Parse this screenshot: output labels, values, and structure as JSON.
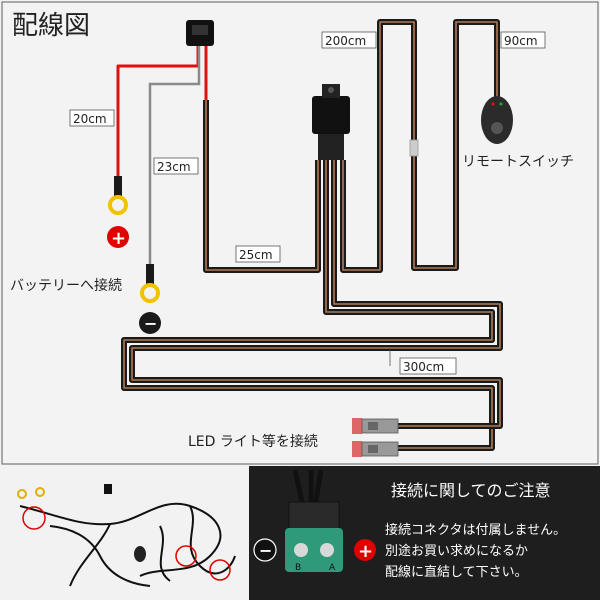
{
  "title": "配線図",
  "labels": {
    "len_20": "20cm",
    "len_23": "23cm",
    "len_25": "25cm",
    "len_200": "200cm",
    "len_90": "90cm",
    "len_300": "300cm",
    "remote_switch": "リモートスイッチ",
    "battery": "バッテリーへ接続",
    "led": "LED ライト等を接続",
    "plus_sign": "+",
    "minus_sign": "−"
  },
  "notice": {
    "heading": "接続に関してのご注意",
    "line1": "接続コネクタは付属しません。",
    "line2": "別途お買い求めになるか",
    "line3": "配線に直結して下さい。",
    "connector_a": "A",
    "connector_b": "B"
  },
  "colors": {
    "wire_red": "#e01010",
    "wire_black": "#1a1a1a",
    "terminal_yellow": "#f2c200",
    "plus_red": "#e00000",
    "connector_teal": "#2f9a7a",
    "diagram_bg": "#f3f3f3"
  }
}
